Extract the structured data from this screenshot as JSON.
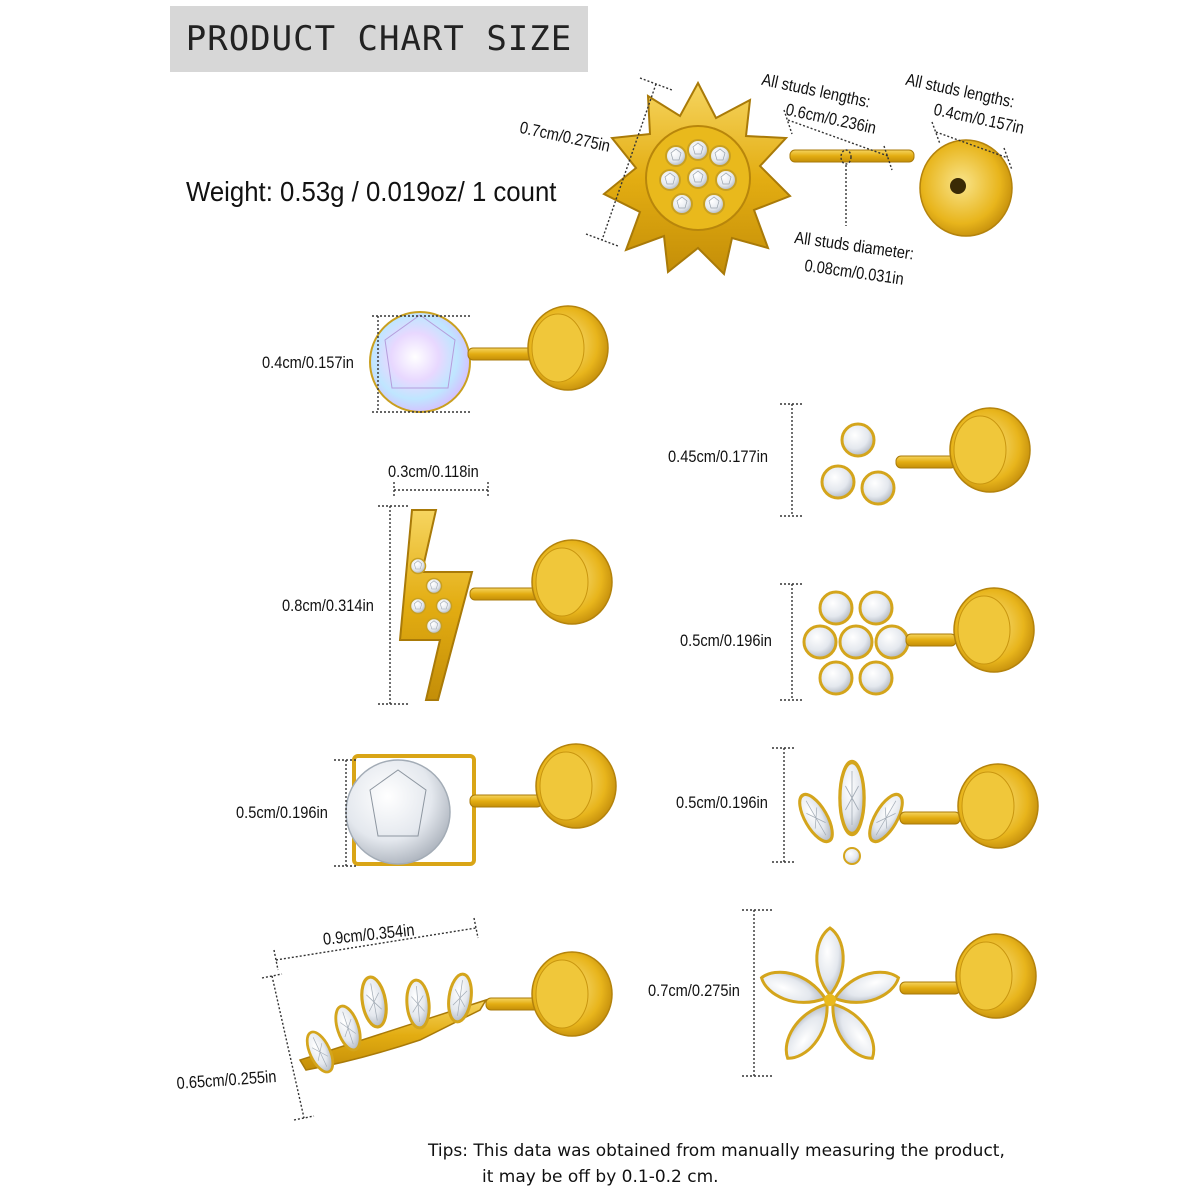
{
  "title": "PRODUCT CHART SIZE",
  "weight": "Weight:  0.53g / 0.019oz/ 1 count",
  "labels": {
    "sun_height": "0.7cm/0.275in",
    "studs_length_title": "All studs lengths:",
    "studs_length_value": "0.6cm/0.236in",
    "back_length_title": "All studs lengths:",
    "back_length_value": "0.4cm/0.157in",
    "studs_diameter_title": "All studs diameter:",
    "studs_diameter_value": "0.08cm/0.031in",
    "round_ab_height": "0.4cm/0.157in",
    "trio_height": "0.45cm/0.177in",
    "bolt_width": "0.3cm/0.118in",
    "bolt_height": "0.8cm/0.314in",
    "flower_height": "0.5cm/0.196in",
    "square_height": "0.5cm/0.196in",
    "lotus_height": "0.5cm/0.196in",
    "climber_width": "0.9cm/0.354in",
    "climber_height": "0.65cm/0.255in",
    "petal_height": "0.7cm/0.275in"
  },
  "tips": {
    "line1": "Tips:  This data was obtained from manually measuring the product,",
    "line2": "it may be off by 0.1-0.2 cm."
  },
  "colors": {
    "gold": "#e9b91c",
    "gold_dark": "#b8860b",
    "gold_light": "#fbe27a",
    "stone": "#eef1f4",
    "banner": "#d7d7d7"
  }
}
